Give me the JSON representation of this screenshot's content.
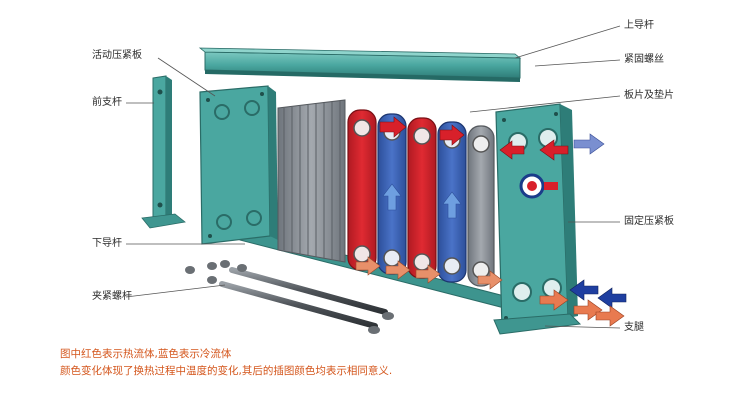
{
  "labels": {
    "upper_guide_bar": "上导杆",
    "movable_plate": "活动压紧板",
    "front_support": "前支杆",
    "fastening_bolt": "紧固螺丝",
    "plates_gaskets": "板片及垫片",
    "fixed_plate": "固定压紧板",
    "lower_guide_bar": "下导杆",
    "clamping_bolt": "夹紧螺杆",
    "support_leg": "支腿"
  },
  "caption": {
    "line1": "图中红色表示热流体,蓝色表示冷流体",
    "line2": "颜色变化体现了换热过程中温度的变化,其后的插图颜色均表示相同意义."
  },
  "colors": {
    "frame_green": "#4aa7a0",
    "frame_dark": "#2e7d78",
    "hot_fluid": "#d8202a",
    "cold_fluid": "#3a63b8",
    "mixed_fluid": "#e8906a",
    "plate_gray": "#8a8f96",
    "label_text": "#2a2a2a",
    "caption_text": "#d4561c"
  }
}
